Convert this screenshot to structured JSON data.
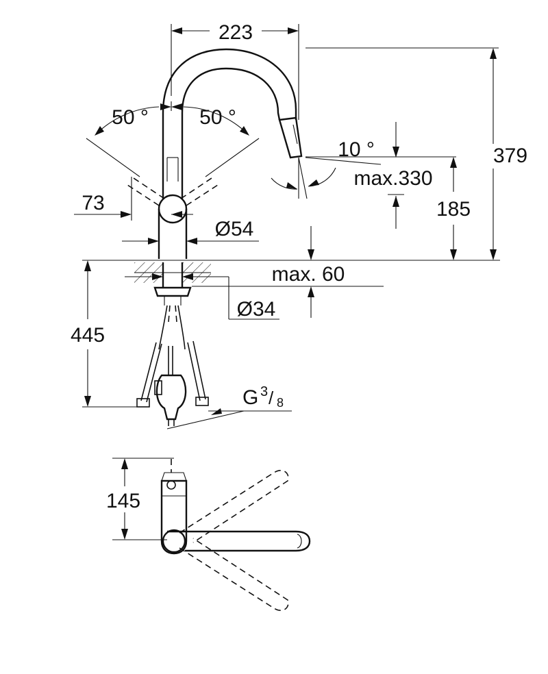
{
  "dimensions": {
    "reach": "223",
    "swivel_left": "50 °",
    "swivel_right": "50 °",
    "spray_angle": "10 °",
    "total_height": "379",
    "spout_clearance": "max.330",
    "outlet_height": "185",
    "lever_offset": "73",
    "base_diameter": "Ø54",
    "max_thickness": "max. 60",
    "hole_diameter": "Ø34",
    "hose_length": "445",
    "connection_prefix": "G",
    "connection_num": "3",
    "connection_den": "8",
    "plan_depth": "145"
  }
}
